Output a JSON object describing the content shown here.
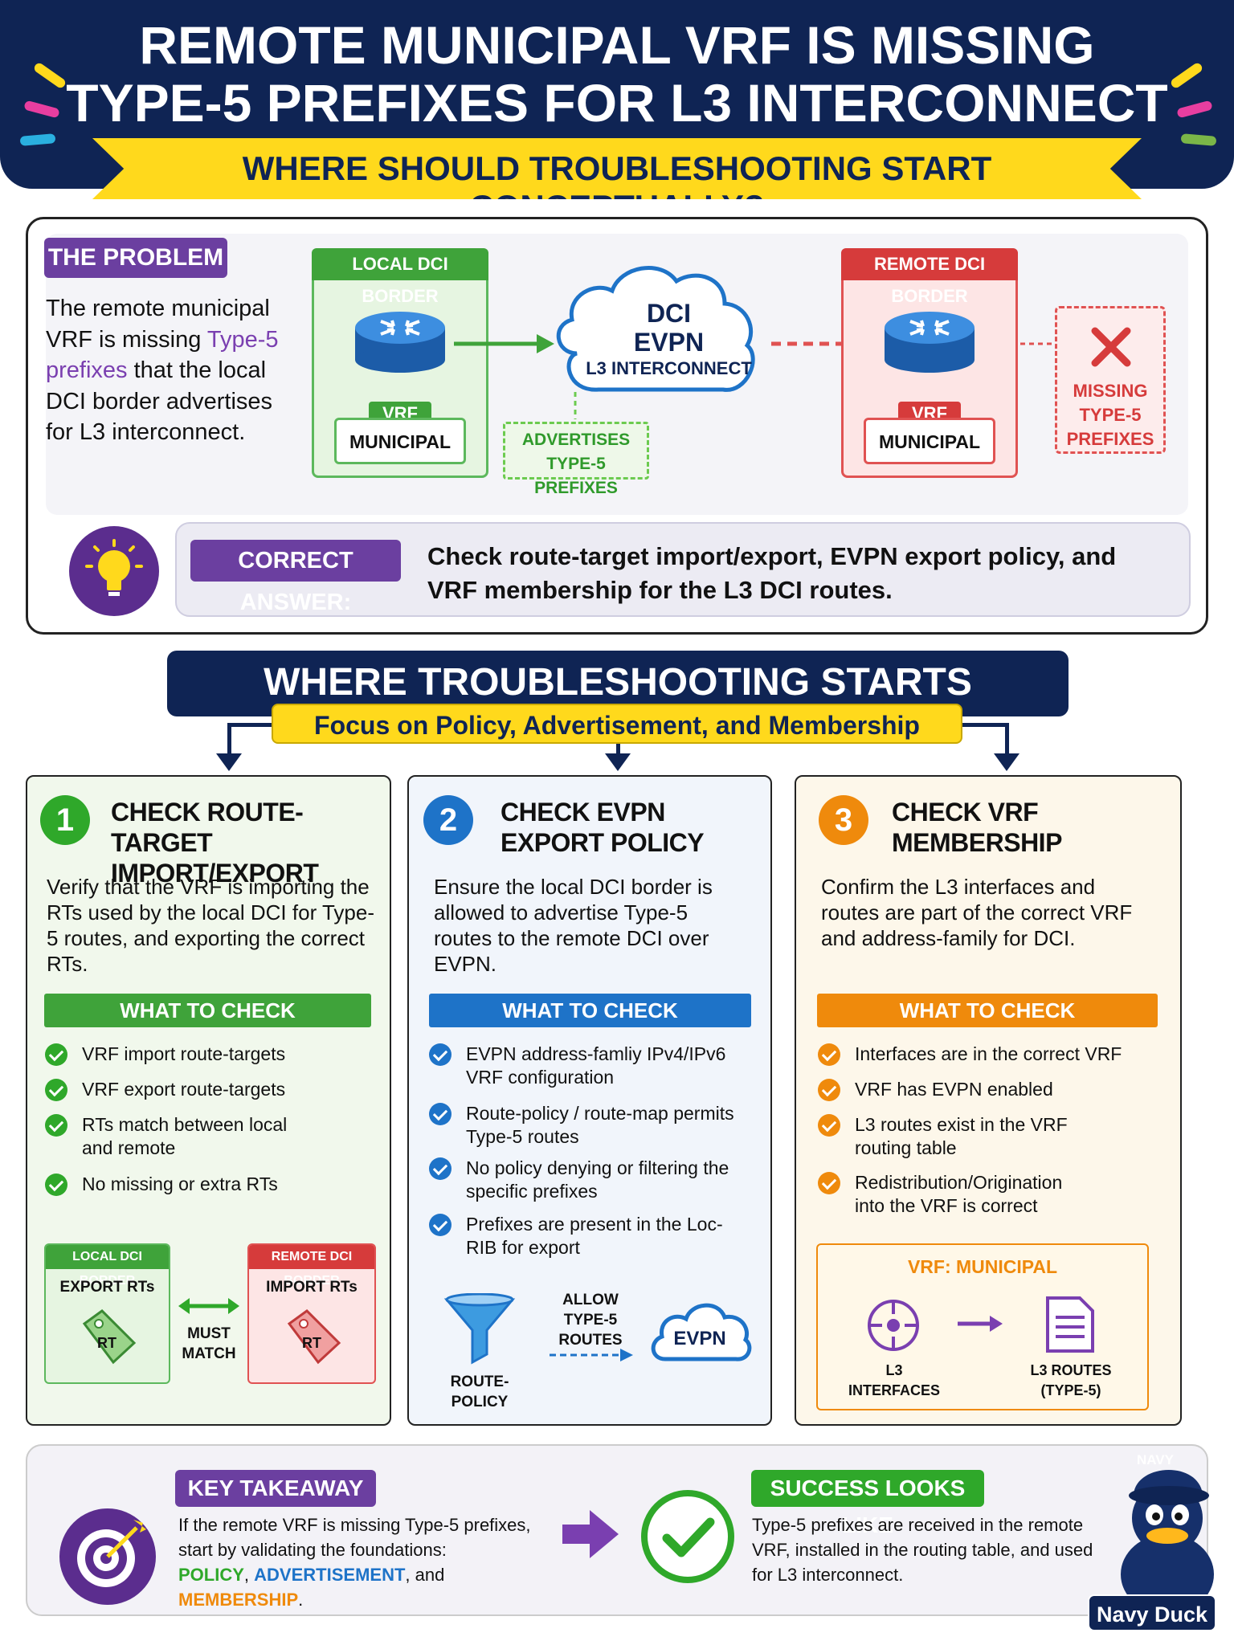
{
  "header": {
    "title_line1": "REMOTE MUNICIPAL VRF IS MISSING",
    "title_line2": "TYPE-5 PREFIXES FOR L3 INTERCONNECT",
    "subtitle": "WHERE SHOULD TROUBLESHOOTING START CONCEPTUALLY?"
  },
  "problem": {
    "tag": "THE PROBLEM",
    "text_1": "The remote municipal VRF is missing",
    "text_highlight": "Type-5 prefixes",
    "text_2": "that the local DCI border advertises for L3 interconnect.",
    "local_border": {
      "title": "LOCAL DCI BORDER",
      "vrf": "VRF",
      "vrf_name": "MUNICIPAL"
    },
    "cloud": {
      "line1": "DCI",
      "line2": "EVPN",
      "line3": "L3 INTERCONNECT"
    },
    "advertises": "ADVERTISES TYPE-5 PREFIXES",
    "remote_border": {
      "title": "REMOTE DCI BORDER",
      "vrf": "VRF",
      "vrf_name": "MUNICIPAL"
    },
    "missing": "MISSING TYPE-5 PREFIXES"
  },
  "answer": {
    "tag": "CORRECT ANSWER:",
    "text": "Check route-target import/export, EVPN export policy, and VRF membership for the L3 DCI routes."
  },
  "section": {
    "title": "WHERE TROUBLESHOOTING STARTS CONCEPTUALLY",
    "subtitle": "Focus on Policy, Advertisement, and Membership"
  },
  "columns": [
    {
      "number": "1",
      "title": "CHECK ROUTE-TARGET IMPORT/EXPORT",
      "description": "Verify that the VRF is importing the RTs used by the local DCI for Type-5 routes, and exporting the correct RTs.",
      "what_to_check": "WHAT TO CHECK",
      "items": [
        "VRF import route-targets",
        "VRF export route-targets",
        "RTs match between local and remote",
        "No missing or extra RTs"
      ],
      "local_label": "LOCAL DCI BORDER",
      "local_rts": "EXPORT RTs",
      "remote_label": "REMOTE DCI BORDER",
      "remote_rts": "IMPORT RTs",
      "rt": "RT",
      "must_match": "MUST MATCH"
    },
    {
      "number": "2",
      "title": "CHECK EVPN EXPORT POLICY",
      "description": "Ensure the local DCI border is allowed to advertise Type-5 routes to the remote DCI over EVPN.",
      "what_to_check": "WHAT TO CHECK",
      "items": [
        "EVPN address-famliy IPv4/IPv6 VRF configuration",
        "Route-policy / route-map permits Type-5 routes",
        "No policy denying or filtering the specific prefixes",
        "Prefixes are present in the Loc-RIB for export"
      ],
      "route_policy": "ROUTE-POLICY",
      "allow": "ALLOW TYPE-5 ROUTES",
      "evpn": "EVPN"
    },
    {
      "number": "3",
      "title": "CHECK VRF MEMBERSHIP",
      "description": "Confirm the L3 interfaces and routes are part of the correct VRF and address-family for DCI.",
      "what_to_check": "WHAT TO CHECK",
      "items": [
        "Interfaces are in the correct VRF",
        "VRF has EVPN enabled",
        "L3 routes exist in the VRF routing table",
        "Redistribution/Origination into the VRF is correct"
      ],
      "vrf_prefix": "VRF:",
      "vrf_name": "MUNICIPAL",
      "interfaces": "L3 INTERFACES",
      "routes": "L3 ROUTES (TYPE-5)"
    }
  ],
  "takeaway": {
    "tag": "KEY TAKEAWAY",
    "text": "If the remote VRF is missing Type-5 prefixes, start by validating the foundations:",
    "policy": "POLICY",
    "advertisement": "ADVERTISEMENT",
    "and": "and",
    "membership": "MEMBERSHIP",
    "comma": ",",
    "period": "."
  },
  "success": {
    "tag": "SUCCESS LOOKS LIKE",
    "text": "Type-5 prefixes are received in the remote VRF, installed in the routing table, and used for L3 interconnect."
  },
  "mascot": {
    "hat": "NAVY",
    "label": "Navy Duck"
  },
  "colors": {
    "navy": "#0f2454",
    "yellow": "#ffd91c",
    "purple": "#6b3fa0",
    "green": "#2fa82a",
    "blue": "#1e73c8",
    "orange": "#ef8a0c",
    "red": "#d63b3b"
  }
}
